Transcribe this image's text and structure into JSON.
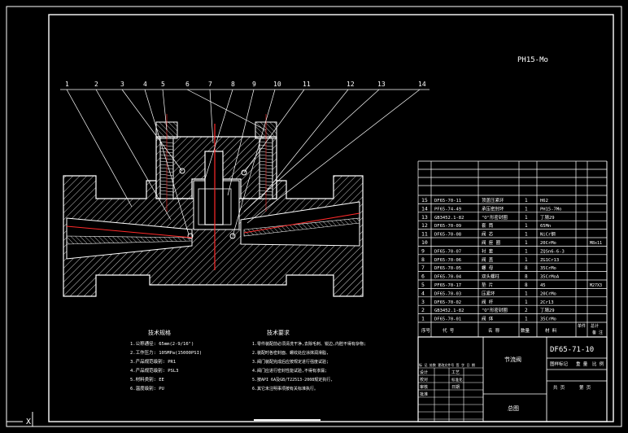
{
  "drawing": {
    "material_note": "PH15-Mo",
    "drawing_number": "DF65-71-10",
    "ucs_label": "X",
    "balloons": [
      "1",
      "2",
      "3",
      "4",
      "5",
      "6",
      "7",
      "8",
      "9",
      "10",
      "11",
      "12",
      "13",
      "14"
    ]
  },
  "bom": {
    "rows": [
      {
        "no": "15",
        "code": "DF65-70-11",
        "name": "顶盖压紧环",
        "qty": "1",
        "material": "H62",
        "note": ""
      },
      {
        "no": "14",
        "code": "PF65-74-49",
        "name": "承压密封环",
        "qty": "1",
        "material": "PH15-7Mo",
        "note": ""
      },
      {
        "no": "13",
        "code": "GB3452.1-82",
        "name": "\"O\"形密封圈",
        "qty": "1",
        "material": "丁腈29",
        "note": ""
      },
      {
        "no": "12",
        "code": "DF65-70-09",
        "name": "套 筒",
        "qty": "1",
        "material": "65Mn",
        "note": ""
      },
      {
        "no": "11",
        "code": "DF65-70-08",
        "name": "阀 芯",
        "qty": "1",
        "material": "NiCr钢",
        "note": ""
      },
      {
        "no": "10",
        "code": "",
        "name": "阀 座 圈",
        "qty": "1",
        "material": "20CrMo",
        "note": "M8x11"
      },
      {
        "no": "9",
        "code": "DF65-70-07",
        "name": "衬 套",
        "qty": "1",
        "material": "ZQSn6-6-3",
        "note": ""
      },
      {
        "no": "8",
        "code": "DF65-70-06",
        "name": "阀 盖",
        "qty": "1",
        "material": "ZG1Cr13",
        "note": ""
      },
      {
        "no": "7",
        "code": "DF65-70-05",
        "name": "螺 母",
        "qty": "8",
        "material": "35CrMo",
        "note": ""
      },
      {
        "no": "6",
        "code": "DF65-70-04",
        "name": "双头螺柱",
        "qty": "8",
        "material": "35CrMoA",
        "note": ""
      },
      {
        "no": "5",
        "code": "PF65-70-17",
        "name": "垫 片",
        "qty": "8",
        "material": "45",
        "note": "M27X3"
      },
      {
        "no": "4",
        "code": "DF65-70-03",
        "name": "压紧环",
        "qty": "1",
        "material": "20CrMo",
        "note": ""
      },
      {
        "no": "3",
        "code": "DF65-70-02",
        "name": "阀 杆",
        "qty": "1",
        "material": "2Cr13",
        "note": ""
      },
      {
        "no": "2",
        "code": "GB3452.1-82",
        "name": "\"O\"形密封圈",
        "qty": "2",
        "material": "丁腈29",
        "note": ""
      },
      {
        "no": "1",
        "code": "DF65-70-01",
        "name": "阀 体",
        "qty": "1",
        "material": "35CrMo",
        "note": ""
      }
    ],
    "header": {
      "no": "序号",
      "code": "代 号",
      "name": "名 称",
      "qty": "数量",
      "material": "材 料",
      "weight": "单件",
      "total": "总计",
      "note": "备 注"
    }
  },
  "title_block": {
    "product_name": "节流阀",
    "company": "总图",
    "drawing_number": "DF65-71-10",
    "stage_label": "图样标记",
    "weight_label": "重 量",
    "scale_label": "比 例",
    "sheet_label": "共 页",
    "page_label": "第 页",
    "change_label": "标 记  处数  更改文件号  签 字  日 期",
    "designer_label": "设计",
    "check_label": "校对",
    "review_label": "审核",
    "approve_label": "批准",
    "craft_label": "工艺",
    "standard_label": "标准化",
    "date_label": "日期"
  },
  "tech_specs": {
    "title": "技术规格",
    "lines": [
      "1.公称通径: 65mm(2-9/16\")",
      "2.工作压力: 105MPa(15000PSI)",
      "3.产品规范级别: PR1",
      "4.产品规范级别: PSL3",
      "5.材料类别: EE",
      "6.温度级别: PU"
    ]
  },
  "tech_requirements": {
    "title": "技术要求",
    "lines": [
      "1.零件装配前必须清洗干净,去除毛刺、锐边,内腔不得有杂物;",
      "2.装配时各密封面、螺纹处应涂抹润滑脂,",
      "3.阀门装配完成后应按规定进行强度试验;",
      "4.阀门应进行密封性能试验,不得有渗漏;",
      "5.按API 6A及GB/T22513-2008规定执行,",
      "6.其它未注明事项按有关标准执行。"
    ]
  },
  "colors": {
    "background": "#000000",
    "lines": "#ffffff",
    "centerline": "#ff2a2a",
    "hatch": "#ffffff"
  }
}
